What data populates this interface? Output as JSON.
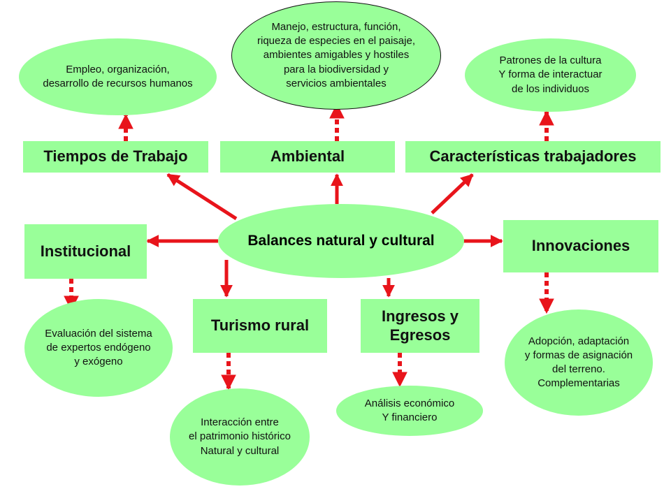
{
  "colors": {
    "fill": "#99ff99",
    "arrow": "#e8141b",
    "text": "#111111"
  },
  "center": {
    "label": "Balances natural y cultural"
  },
  "boxes": {
    "tiempos": "Tiempos de Trabajo",
    "ambiental": "Ambiental",
    "caracteristicas": "Características trabajadores",
    "institucional": "Institucional",
    "innovaciones": "Innovaciones",
    "turismo": "Turismo rural",
    "ingresos": [
      "Ingresos y",
      "Egresos"
    ]
  },
  "ovals": {
    "empleo": [
      "Empleo, organización,",
      "desarrollo de recursos humanos"
    ],
    "manejo": [
      "Manejo, estructura, función,",
      "riqueza de especies en el paisaje,",
      "ambientes amigables y hostiles",
      "para la biodiversidad y",
      "servicios ambientales"
    ],
    "patrones": [
      "Patrones de la cultura",
      "Y forma de interactuar",
      "de los individuos"
    ],
    "evaluacion": [
      "Evaluación del sistema",
      "de expertos endógeno",
      "y exógeno"
    ],
    "interaccion": [
      "Interacción entre",
      "el patrimonio histórico",
      "Natural y cultural"
    ],
    "analisis": [
      "Análisis económico",
      "Y financiero"
    ],
    "adopcion": [
      "Adopción, adaptación",
      "y formas de asignación",
      "del terreno.",
      "Complementarias"
    ]
  }
}
